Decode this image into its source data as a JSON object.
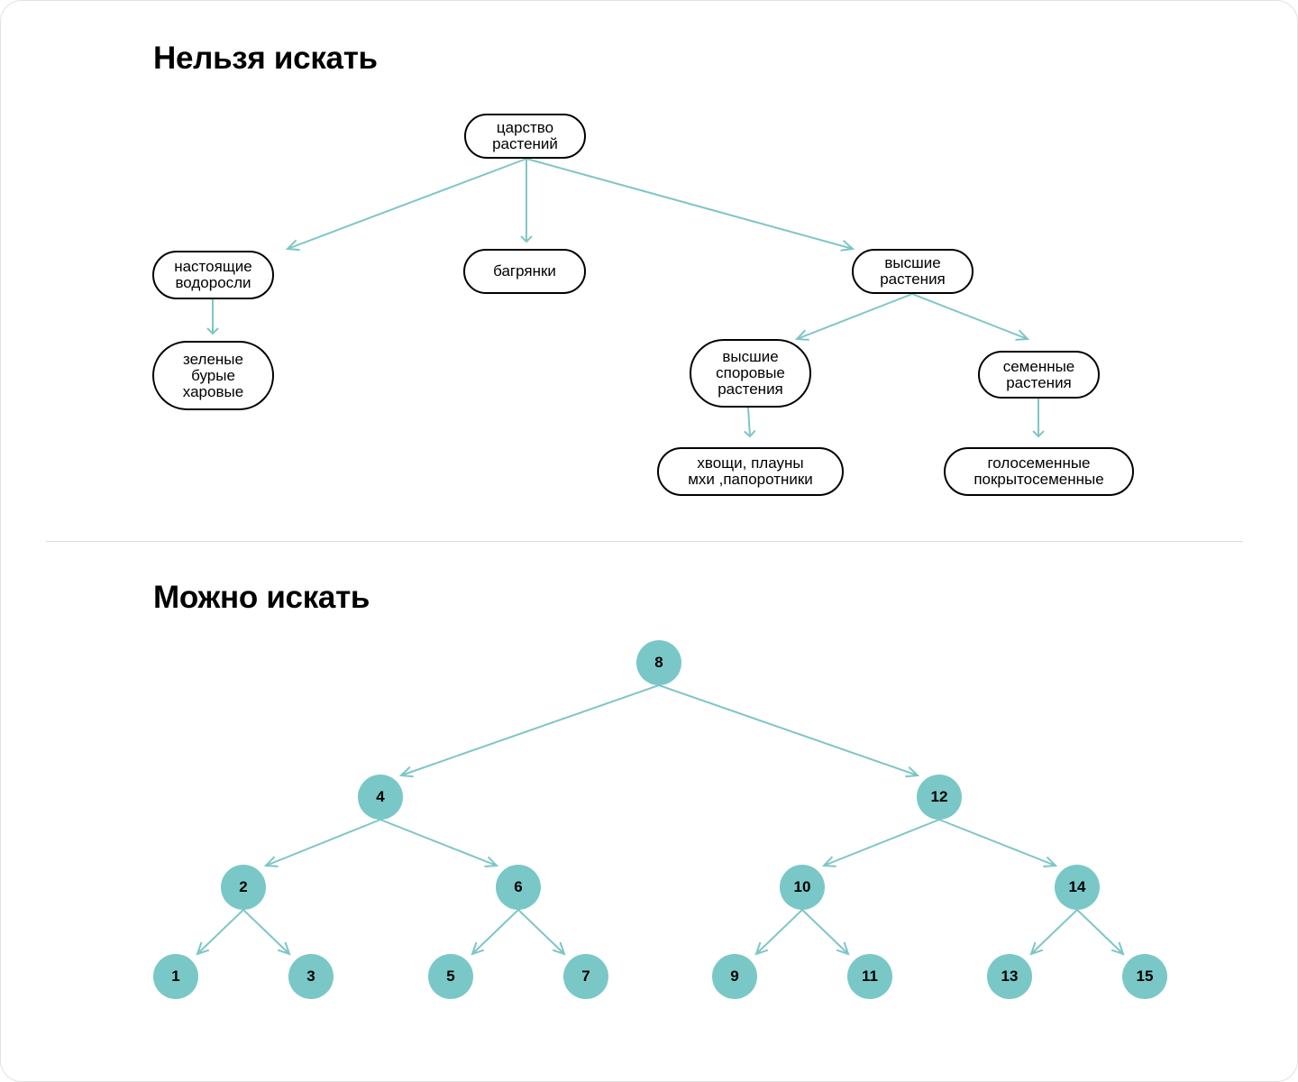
{
  "titles": {
    "top": "Нельзя искать",
    "bottom": "Можно искать"
  },
  "colors": {
    "edge": "#7ec6c6",
    "circle_fill": "#7ac7c7",
    "node_border": "#000000"
  },
  "tree_top": {
    "nodes": {
      "kingdom": [
        "царство",
        "растений"
      ],
      "algae": [
        "настоящие",
        "водоросли"
      ],
      "red_algae": [
        "багрянки"
      ],
      "higher": [
        "высшие",
        "растения"
      ],
      "algae_kinds": [
        "зеленые",
        "бурые",
        "харовые"
      ],
      "spore": [
        "высшие",
        "споровые",
        "растения"
      ],
      "seed": [
        "семенные",
        "растения"
      ],
      "spore_kinds": [
        "хвощи, плауны",
        "мхи ,папоротники"
      ],
      "seed_kinds": [
        "голосеменные",
        "покрытосеменные"
      ]
    }
  },
  "tree_bottom": {
    "nodes": {
      "n8": "8",
      "n4": "4",
      "n12": "12",
      "n2": "2",
      "n6": "6",
      "n10": "10",
      "n14": "14",
      "n1": "1",
      "n3": "3",
      "n5": "5",
      "n7": "7",
      "n9": "9",
      "n11": "11",
      "n13": "13",
      "n15": "15"
    }
  }
}
